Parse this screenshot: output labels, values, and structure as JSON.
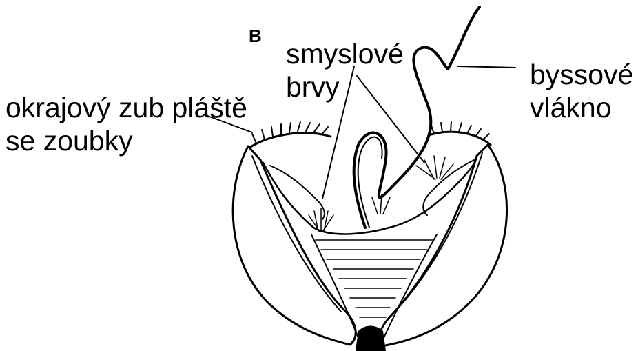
{
  "figure": {
    "panel_letter": "B",
    "labels": {
      "sensory_cilia": [
        "smyslové",
        "brvy"
      ],
      "byssus_thread": [
        "byssové",
        "vlákno"
      ],
      "mantle_tooth": [
        "okrajový zub pláště",
        "se zoubky"
      ]
    },
    "colors": {
      "ink": "#000000",
      "background": "#ffffff"
    }
  }
}
